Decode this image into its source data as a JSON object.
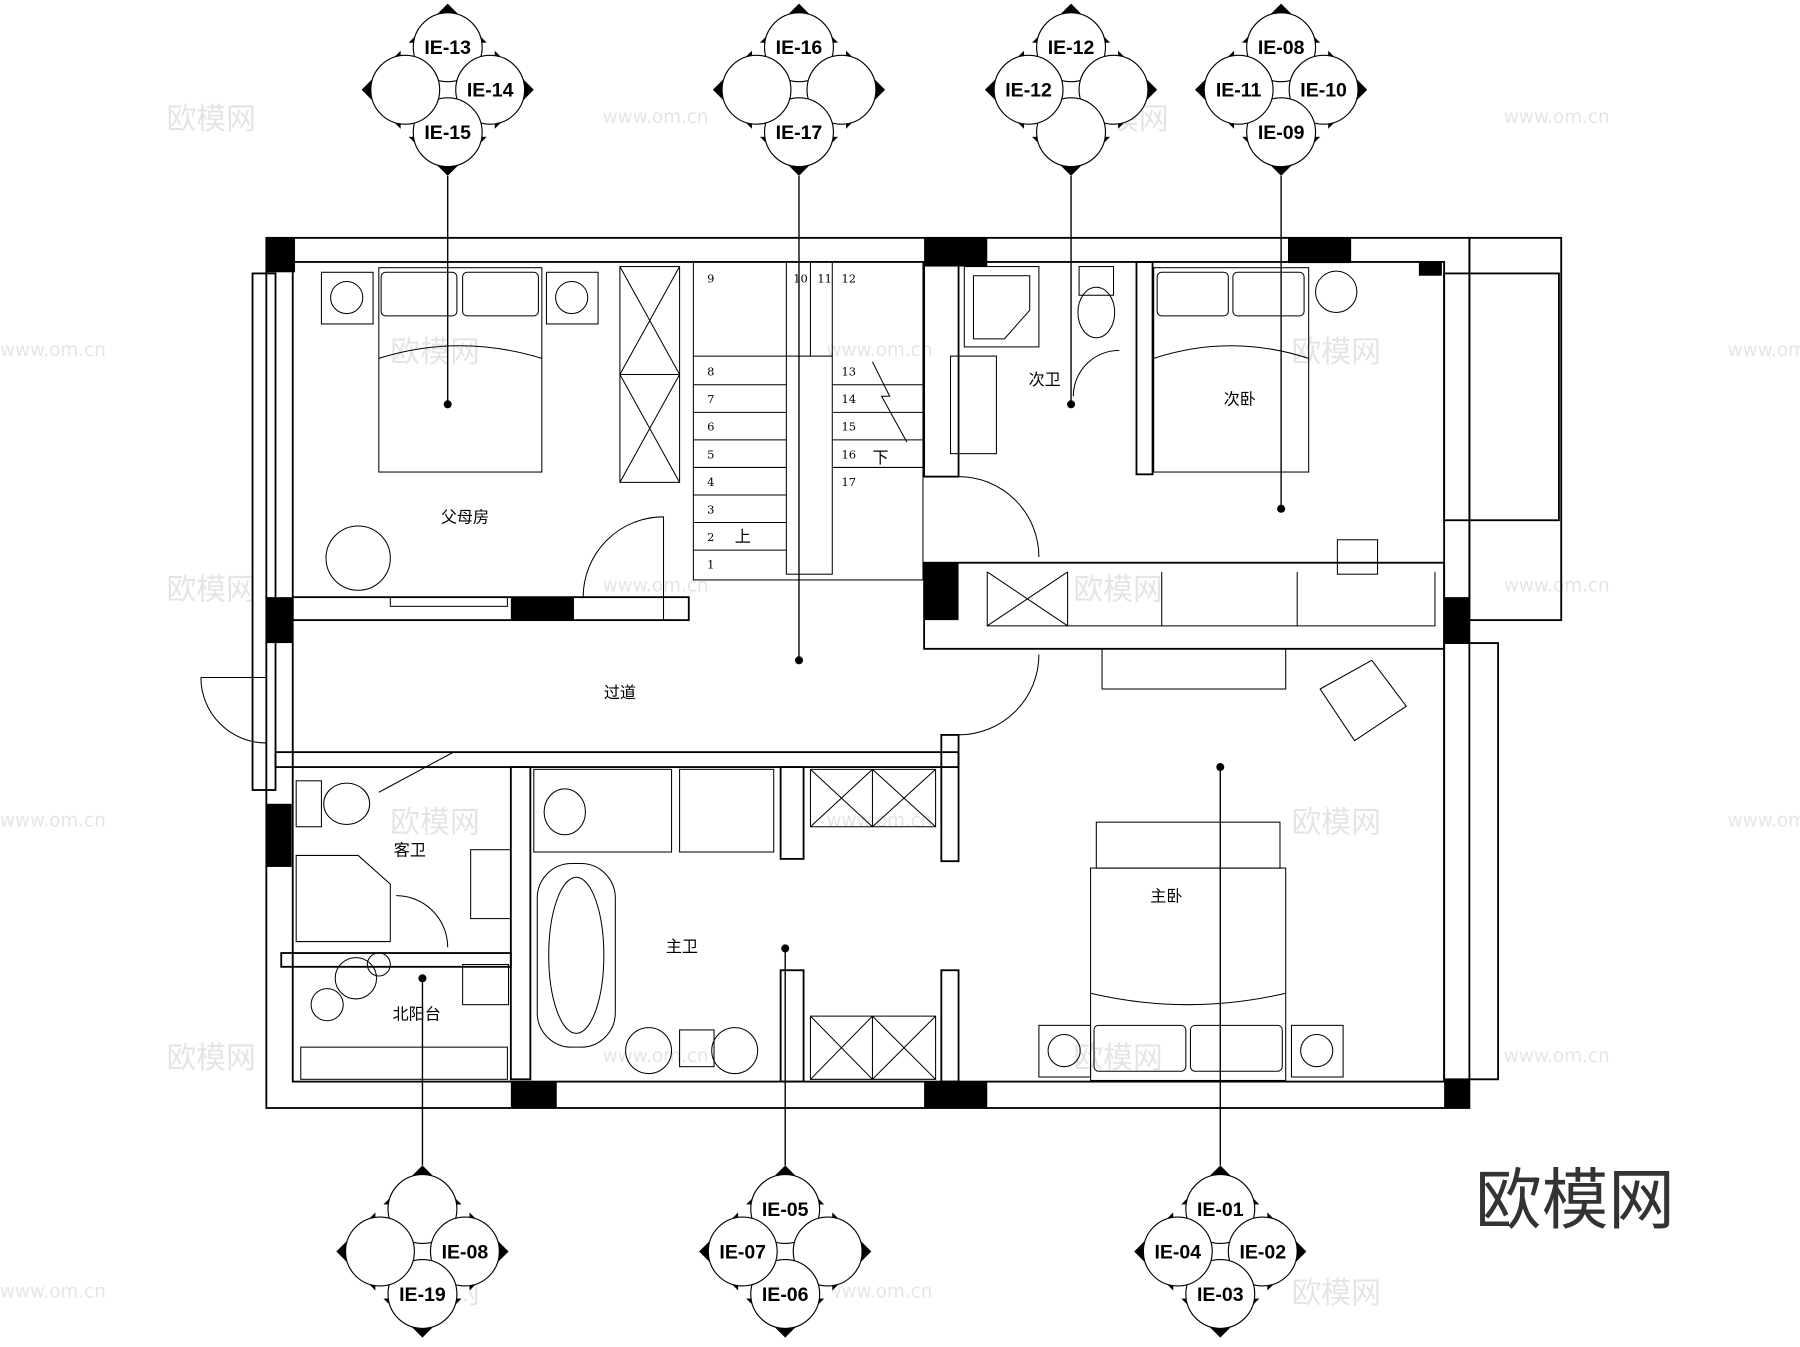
{
  "rooms": {
    "parents_room": "父母房",
    "second_bath": "次卫",
    "second_bedroom": "次卧",
    "corridor": "过道",
    "guest_bath": "客卫",
    "master_bath": "主卫",
    "master_bedroom": "主卧",
    "north_balcony": "北阳台"
  },
  "stairs": {
    "steps": [
      "1",
      "2",
      "3",
      "4",
      "5",
      "6",
      "7",
      "8",
      "9",
      "10",
      "11",
      "12",
      "13",
      "14",
      "15",
      "16",
      "17"
    ],
    "up_label": "上",
    "down_label": "下"
  },
  "elevation_markers": {
    "top": [
      {
        "labels": [
          "IE-13",
          "IE-14",
          "IE-15",
          ""
        ]
      },
      {
        "labels": [
          "IE-16",
          "",
          "IE-17",
          ""
        ]
      },
      {
        "labels": [
          "IE-12",
          "",
          "",
          "IE-12"
        ]
      },
      {
        "labels": [
          "IE-08",
          "IE-10",
          "IE-09",
          "IE-11"
        ]
      }
    ],
    "bottom": [
      {
        "labels": [
          "",
          "IE-08",
          "IE-19",
          ""
        ]
      },
      {
        "labels": [
          "IE-05",
          "",
          "IE-06",
          "IE-07"
        ]
      },
      {
        "labels": [
          "IE-01",
          "IE-02",
          "IE-03",
          "IE-04"
        ]
      }
    ]
  },
  "watermark": {
    "logo_text": "欧模网",
    "url_text": "www.om.cn"
  }
}
